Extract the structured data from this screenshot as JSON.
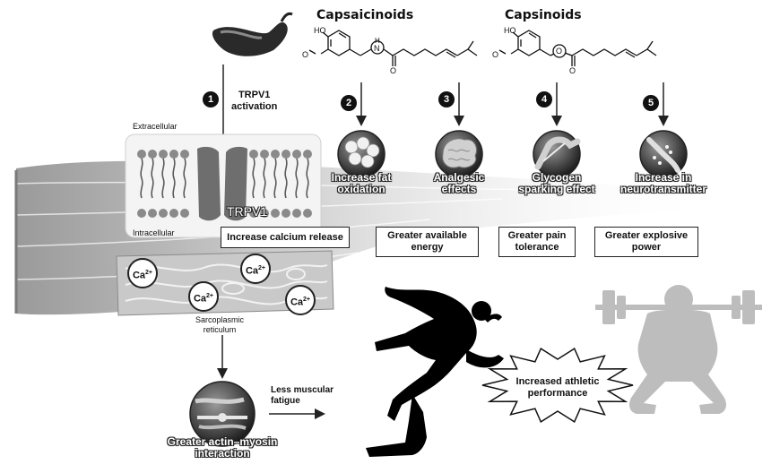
{
  "compounds": {
    "capsaicinoids_title": "Capsaicinoids",
    "capsinoids_title": "Capsinoids",
    "capsaicinoid_atoms": {
      "ho": "HO",
      "o": "O",
      "nh": "H",
      "n": "N",
      "carbonyl": "O"
    },
    "capsinoid_atoms": {
      "ho": "HO",
      "o": "O",
      "ester_o": "O",
      "carbonyl": "O"
    }
  },
  "steps": [
    {
      "number": "1",
      "label": "TRPV1\nactivation"
    },
    {
      "number": "2"
    },
    {
      "number": "3"
    },
    {
      "number": "4"
    },
    {
      "number": "5"
    }
  ],
  "membrane": {
    "extracellular": "Extracellular",
    "intracellular": "Intracellular",
    "channel_label": "TRPV1"
  },
  "effects": [
    {
      "label": "Increase fat\noxidation",
      "icon": "fat-cells-icon"
    },
    {
      "label": "Analgesic\neffects",
      "icon": "brain-icon"
    },
    {
      "label": "Glycogen\nsparking effect",
      "icon": "muscle-fiber-icon"
    },
    {
      "label": "Increase in\nneurotransmitter",
      "icon": "synapse-icon"
    }
  ],
  "outcome_boxes": [
    "Increase calcium release",
    "Greater available\nenergy",
    "Greater pain\ntolerance",
    "Greater explosive\npower"
  ],
  "calcium": {
    "label": "Ca",
    "charge": "2+"
  },
  "sarcoplasmic_label": "Sarcoplasmic\nreticulum",
  "actin_myosin_label": "Greater actin–myosin\ninteraction",
  "fatigue_label": "Less muscular\nfatigue",
  "performance_label": "Increased athletic\nperformance",
  "colors": {
    "ink": "#111111",
    "silhouette": "#000000",
    "lifter": "#bdbdbd",
    "muscle": "#d9d9d9"
  }
}
